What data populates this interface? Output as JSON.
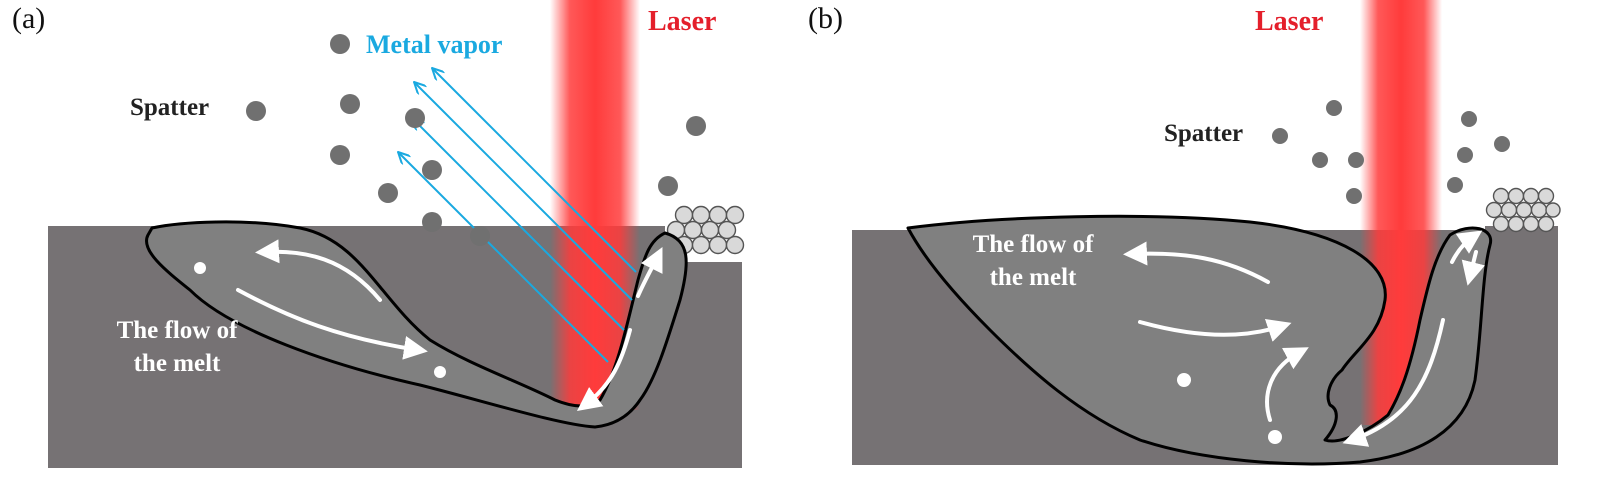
{
  "panels": [
    {
      "id": "a",
      "label": "(a)",
      "laser_label": "Laser",
      "vapor_label": "Metal vapor",
      "spatter_label": "Spatter",
      "flow_label_line1": "The flow of",
      "flow_label_line2": "the melt"
    },
    {
      "id": "b",
      "label": "(b)",
      "laser_label": "Laser",
      "spatter_label": "Spatter",
      "flow_label_line1": "The flow of",
      "flow_label_line2": "the melt"
    }
  ],
  "colors": {
    "substrate": "#767274",
    "melt_pool": "#808080",
    "laser": "#ff3b3b",
    "laser_text": "#e41f2b",
    "vapor": "#1aa9e0",
    "spatter": "#707070",
    "flow_arrow": "#ffffff"
  }
}
